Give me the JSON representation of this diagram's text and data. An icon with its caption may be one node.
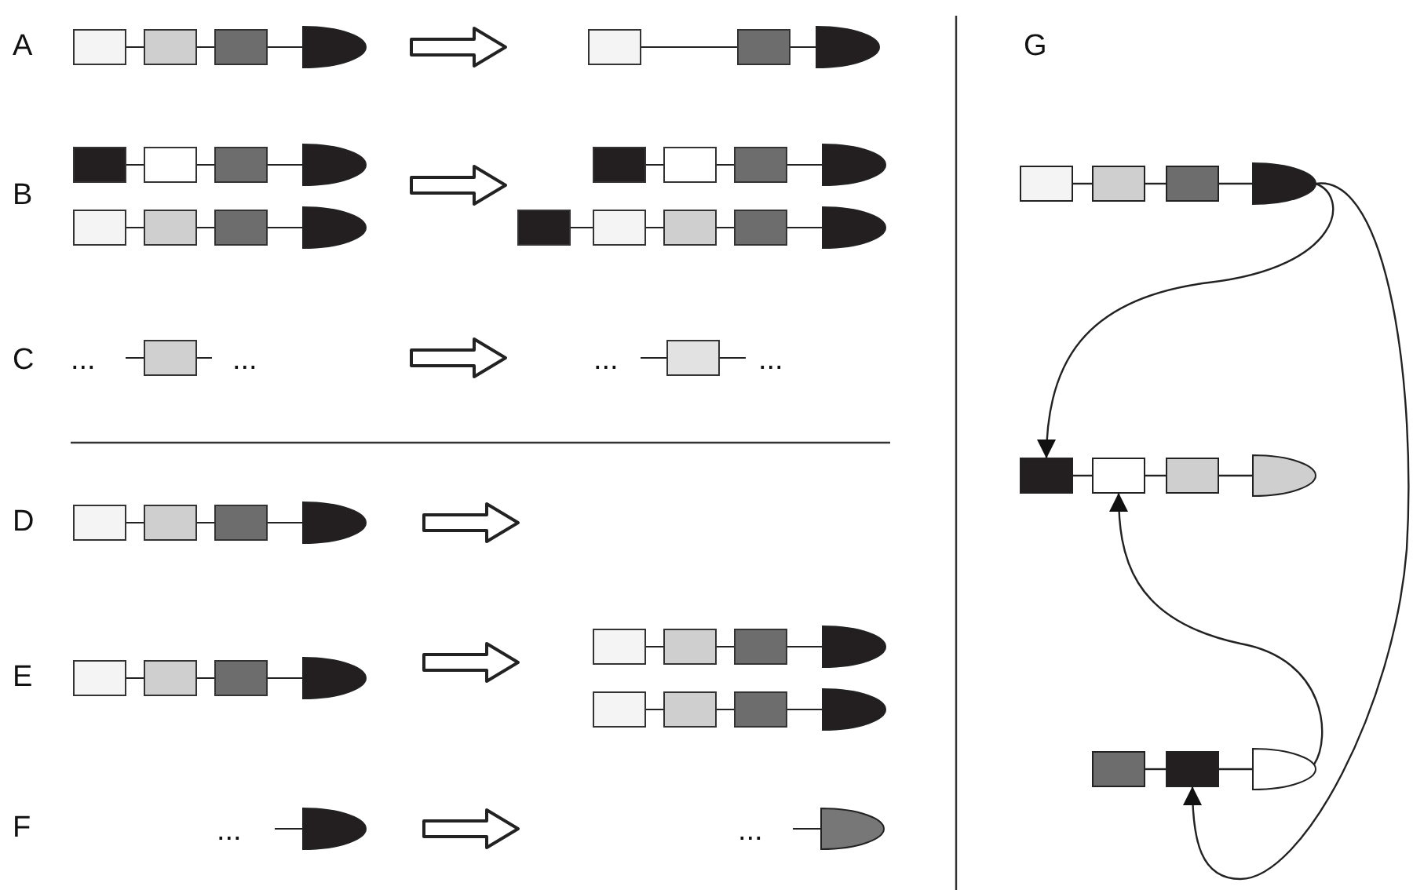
{
  "diagram": {
    "nodes": [
      {
        "text": [],
        "shape": "box"
      },
      {
        "text": [],
        "shape": "box"
      },
      {
        "text": [],
        "shape": "box"
      },
      {
        "text": [],
        "shape": "semicircle"
      },
      {
        "text": [],
        "shape": "box"
      },
      {
        "text": [],
        "shape": "box"
      },
      {
        "text": [],
        "shape": "box"
      },
      {
        "text": [],
        "shape": "semicircle"
      },
      {
        "text": [],
        "shape": "box"
      },
      {
        "text": [],
        "shape": "box"
      },
      {
        "text": [],
        "shape": "semicircle"
      }
    ],
    "edges": [
      {
        "from": 0,
        "to": 1,
        "arrow": "none"
      },
      {
        "from": 1,
        "to": 2,
        "arrow": "none"
      },
      {
        "from": 2,
        "to": 3,
        "arrow": "none"
      },
      {
        "from": 4,
        "to": 5,
        "arrow": "none"
      },
      {
        "from": 5,
        "to": 6,
        "arrow": "none"
      },
      {
        "from": 6,
        "to": 7,
        "arrow": "none"
      },
      {
        "from": 8,
        "to": 9,
        "arrow": "none"
      },
      {
        "from": 9,
        "to": 10,
        "arrow": "none"
      },
      {
        "from": 3,
        "to": 4,
        "arrow": "to"
      },
      {
        "from": 10,
        "to": 5,
        "arrow": "to"
      },
      {
        "from": 3,
        "to": 9,
        "arrow": "to"
      }
    ],
    "labels": [
      "A",
      "G",
      "B",
      "C",
      "...",
      "...",
      "...",
      "...",
      "D",
      "E",
      "F",
      "...",
      "..."
    ]
  }
}
